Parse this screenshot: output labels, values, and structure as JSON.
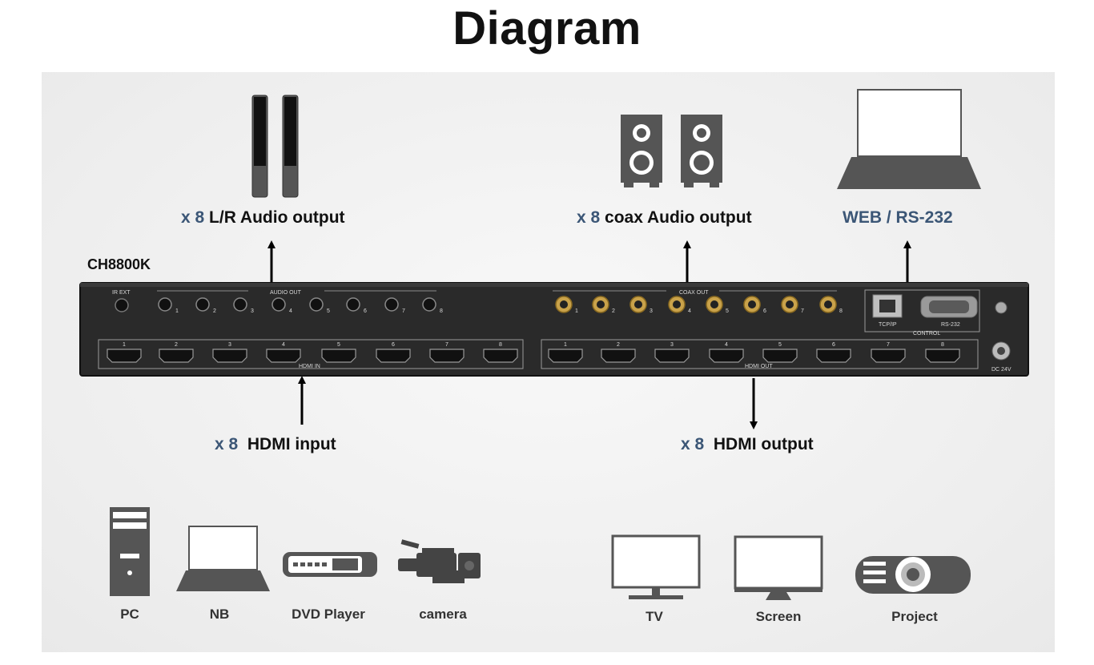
{
  "title": "Diagram",
  "model": "CH8800K",
  "labels": {
    "lr_audio": {
      "prefix": "x 8",
      "text": "L/R Audio output"
    },
    "coax_audio": {
      "prefix": "x 8",
      "text": "coax Audio output"
    },
    "web": "WEB / RS-232",
    "hdmi_in": {
      "prefix": "x 8",
      "text": "HDMI input"
    },
    "hdmi_out": {
      "prefix": "x 8",
      "text": "HDMI output"
    }
  },
  "sources": [
    "PC",
    "NB",
    "DVD Player",
    "camera"
  ],
  "displays": [
    "TV",
    "Screen",
    "Project"
  ],
  "chassis": {
    "ir_ext": "IR EXT",
    "audio_out": "AUDIO OUT",
    "coax_out": "COAX OUT",
    "hdmi_in": "HDMI IN",
    "hdmi_out": "HDMI OUT",
    "tcpip": "TCP/IP",
    "rs232": "RS-232",
    "control": "CONTROL",
    "dc": "DC 24V",
    "port_numbers": [
      "1",
      "2",
      "3",
      "4",
      "5",
      "6",
      "7",
      "8"
    ]
  },
  "colors": {
    "accent": "#3b5676",
    "chassis": "#2a2a2a",
    "gold": "#c9a24a"
  }
}
